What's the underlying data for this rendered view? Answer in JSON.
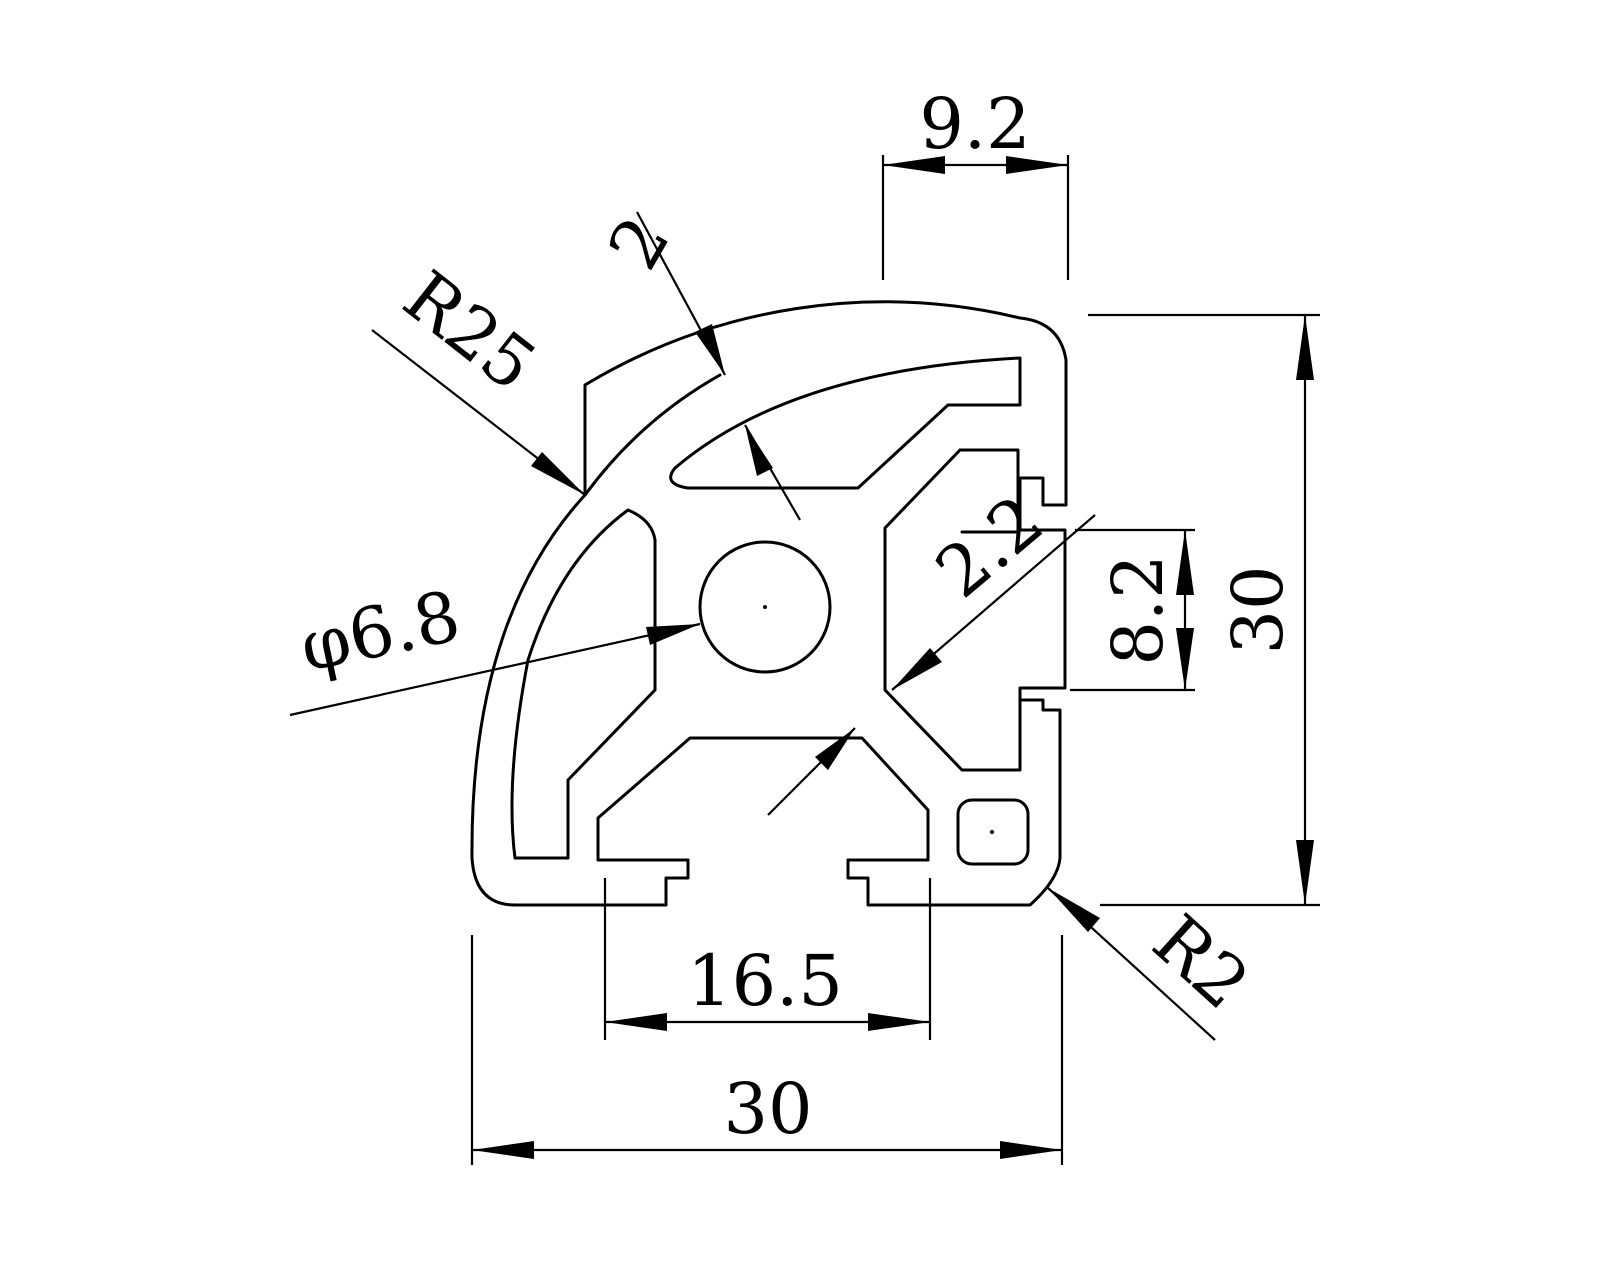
{
  "diagram": {
    "colors": {
      "line": "#000000",
      "background": "#ffffff"
    },
    "dimensions": {
      "top_width": "9.2",
      "wall": "2",
      "radius_large": "R25",
      "diameter": "φ6.8",
      "slot_depth": "2.2",
      "slot_opening": "8.2",
      "height": "30",
      "slot_width": "16.5",
      "width": "30",
      "radius_small": "R2"
    }
  }
}
